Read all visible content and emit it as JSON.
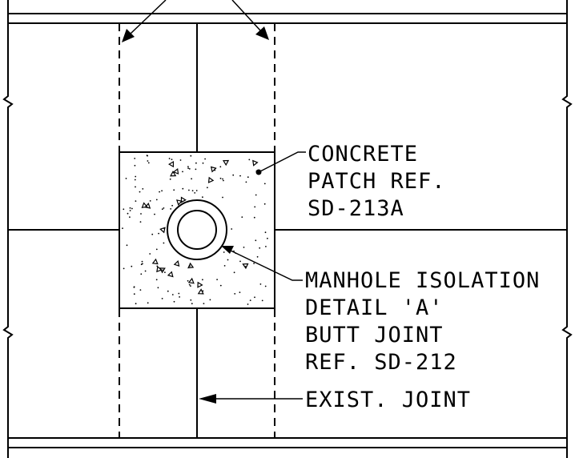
{
  "annotations": {
    "concrete_patch": [
      "CONCRETE",
      "PATCH REF.",
      "SD-213A"
    ],
    "manhole": [
      "MANHOLE ISOLATION",
      "DETAIL 'A'",
      "BUTT JOINT",
      "REF. SD-212"
    ],
    "joint": [
      "EXIST. JOINT"
    ]
  }
}
